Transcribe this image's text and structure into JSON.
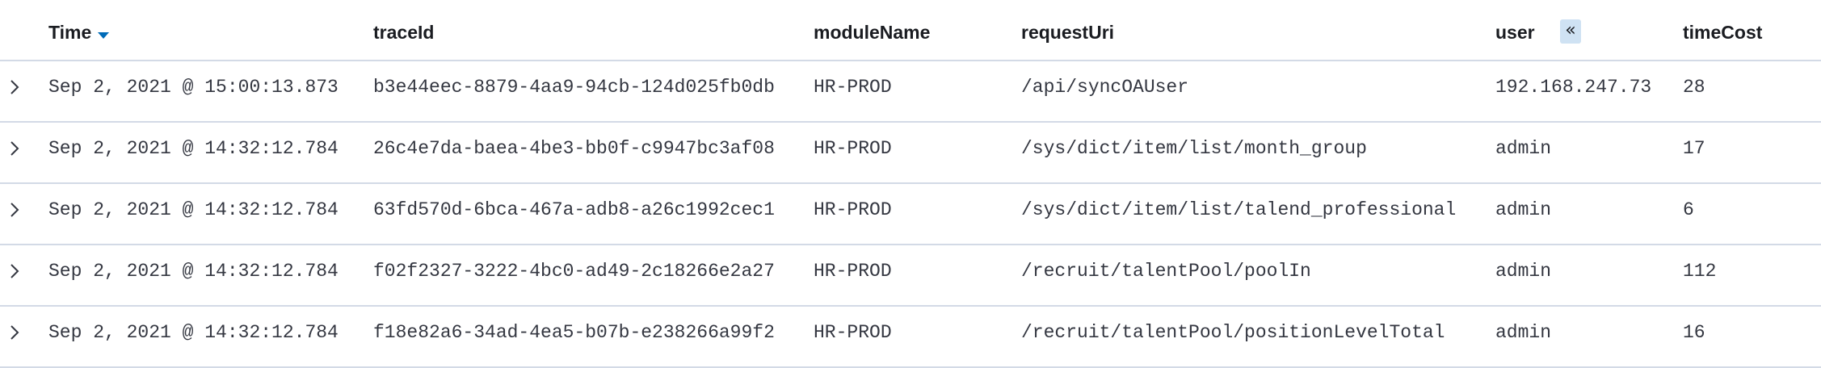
{
  "columns": {
    "time": "Time",
    "trace_id": "traceId",
    "module_name": "moduleName",
    "request_uri": "requestUri",
    "user": "user",
    "time_cost": "timeCost"
  },
  "sort": {
    "column": "Time",
    "direction": "descending",
    "icon": "sort-down-icon",
    "color": "#006bb8"
  },
  "collapse_button": {
    "glyph": "«",
    "icon": "double-chevron-left-icon"
  },
  "rows": [
    {
      "time": "Sep 2, 2021 @ 15:00:13.873",
      "trace_id": "b3e44eec-8879-4aa9-94cb-124d025fb0db",
      "module_name": "HR-PROD",
      "request_uri": "/api/syncOAUser",
      "user": "192.168.247.73",
      "time_cost": "28"
    },
    {
      "time": "Sep 2, 2021 @ 14:32:12.784",
      "trace_id": "26c4e7da-baea-4be3-bb0f-c9947bc3af08",
      "module_name": "HR-PROD",
      "request_uri": "/sys/dict/item/list/month_group",
      "user": "admin",
      "time_cost": "17"
    },
    {
      "time": "Sep 2, 2021 @ 14:32:12.784",
      "trace_id": "63fd570d-6bca-467a-adb8-a26c1992cec1",
      "module_name": "HR-PROD",
      "request_uri": "/sys/dict/item/list/talend_professional",
      "user": "admin",
      "time_cost": "6"
    },
    {
      "time": "Sep 2, 2021 @ 14:32:12.784",
      "trace_id": "f02f2327-3222-4bc0-ad49-2c18266e2a27",
      "module_name": "HR-PROD",
      "request_uri": "/recruit/talentPool/poolIn",
      "user": "admin",
      "time_cost": "112"
    },
    {
      "time": "Sep 2, 2021 @ 14:32:12.784",
      "trace_id": "f18e82a6-34ad-4ea5-b07b-e238266a99f2",
      "module_name": "HR-PROD",
      "request_uri": "/recruit/talentPool/positionLevelTotal",
      "user": "admin",
      "time_cost": "16"
    }
  ]
}
